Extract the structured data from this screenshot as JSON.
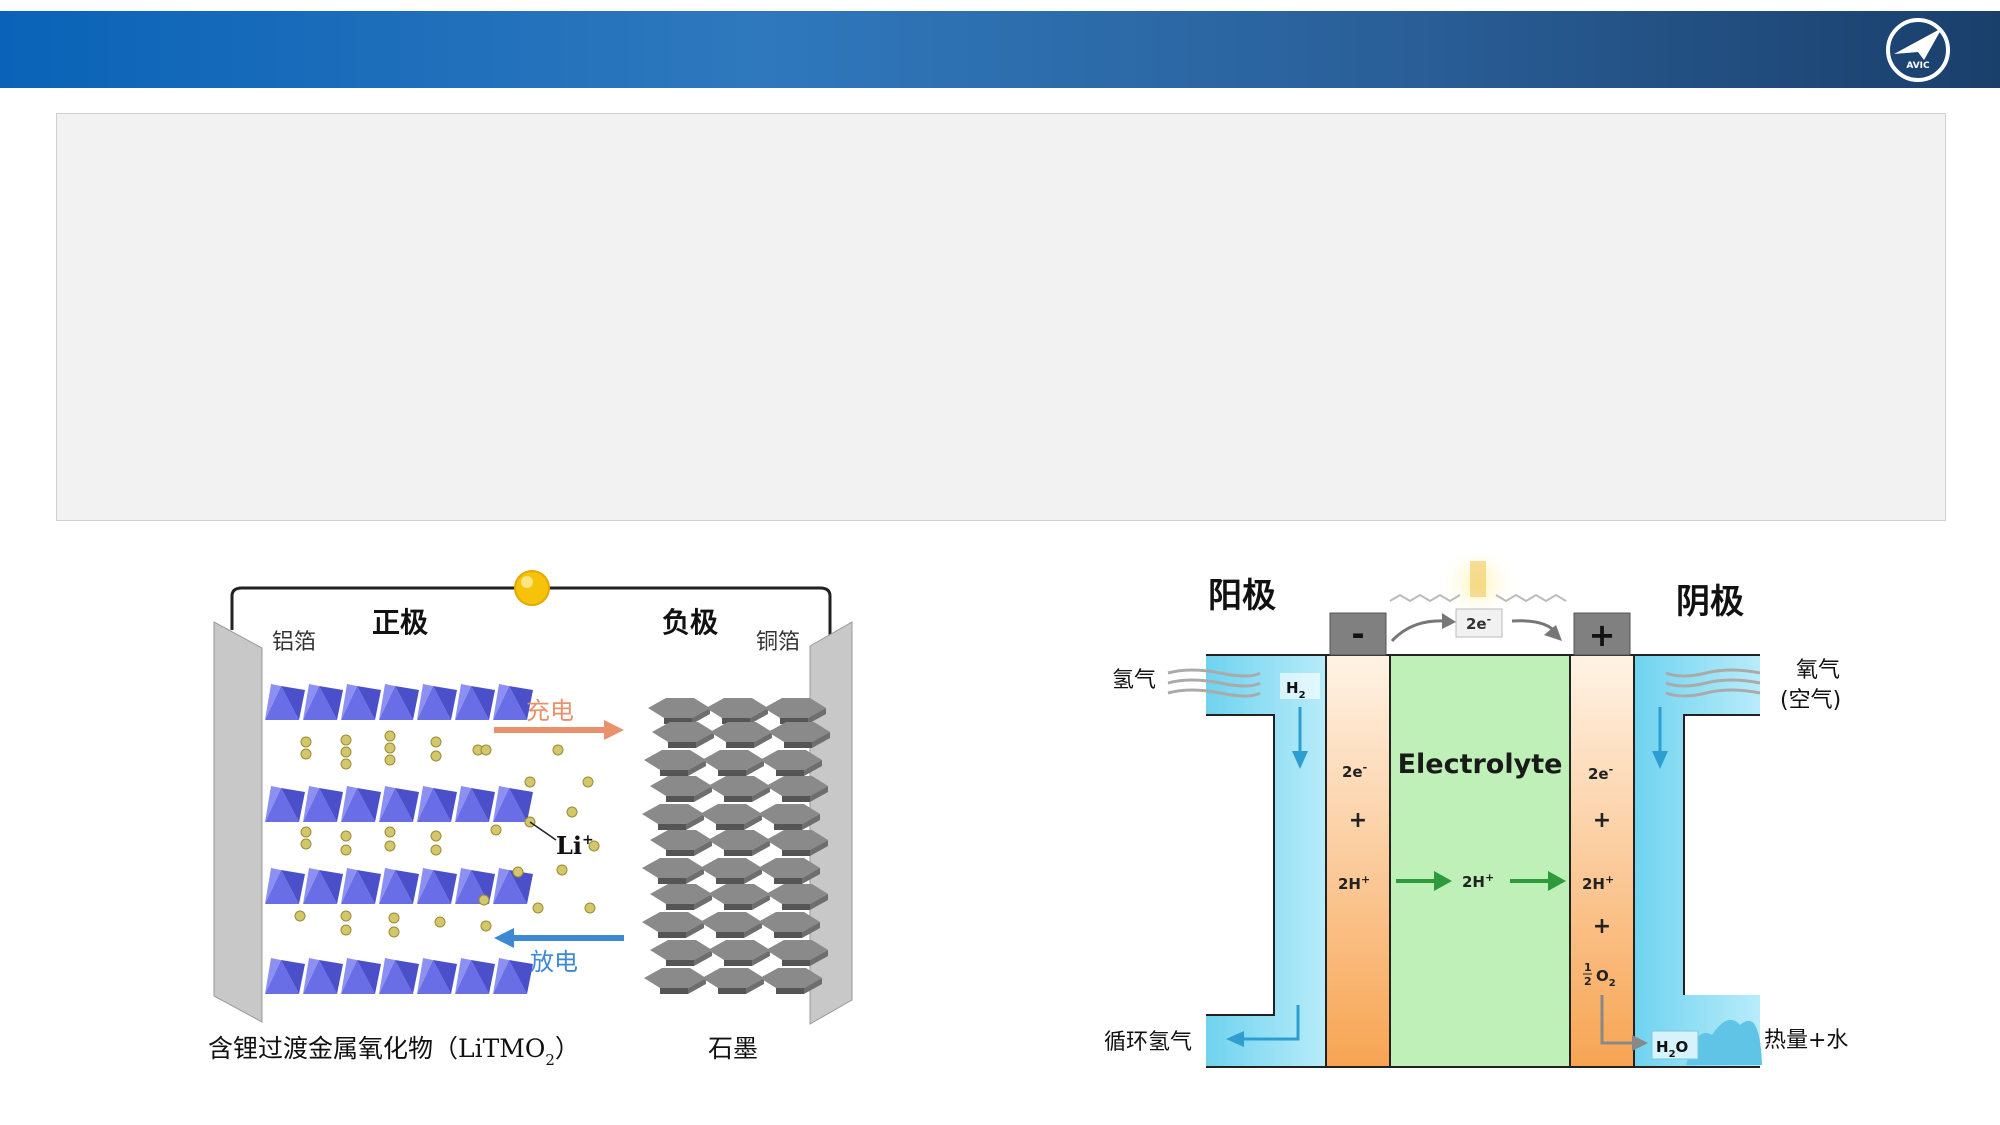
{
  "header": {
    "logo_text": "AVIC"
  },
  "left_diagram": {
    "positive_label": "正极",
    "negative_label": "负极",
    "al_foil": "铝箔",
    "cu_foil": "铜箔",
    "charge": "充电",
    "discharge": "放电",
    "ion": "Li",
    "ion_sup": "+",
    "cathode_caption": "含锂过渡金属氧化物（LiTMO",
    "cathode_sub": "2",
    "cathode_close": "）",
    "anode_caption": "石墨"
  },
  "right_diagram": {
    "anode_title": "阳极",
    "cathode_title": "阴极",
    "minus": "-",
    "plus": "+",
    "electron_top": "2e",
    "electron_sup": "-",
    "hydrogen_in": "氢气",
    "oxygen_in_1": "氧气",
    "oxygen_in_2": "(空气)",
    "h2_label": "H",
    "h2_sub": "2",
    "electrolyte": "Electrolyte",
    "left_e": "2e",
    "left_plus": "+",
    "left_h": "2H",
    "mid_h": "2H",
    "right_e": "2e",
    "right_plus1": "+",
    "right_h": "2H",
    "right_plus2": "+",
    "half": "1",
    "half_den": "2",
    "o2": "O",
    "o2_sub": "2",
    "recycle": "循环氢气",
    "h2o": "H",
    "h2o_sub": "2",
    "h2o_o": "O",
    "heat_water": "热量+水"
  }
}
